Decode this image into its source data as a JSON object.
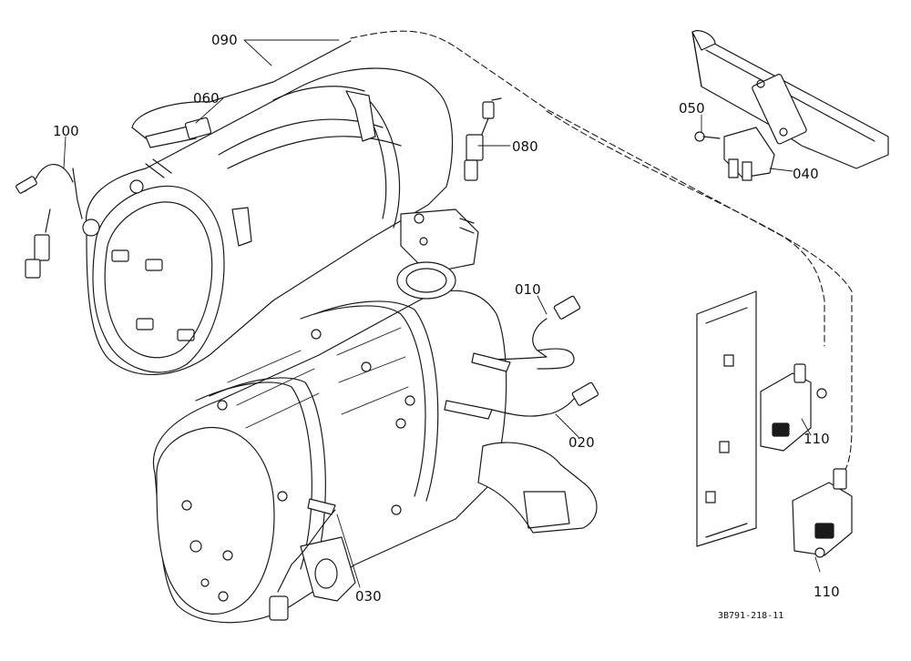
{
  "callouts": {
    "c090": "090",
    "c060": "060",
    "c100": "100",
    "c080": "080",
    "c050": "050",
    "c040": "040",
    "c010": "010",
    "c020": "020",
    "c030": "030",
    "c110a": "110",
    "c110b": "110"
  },
  "drawing_number": "3B791-218-11"
}
